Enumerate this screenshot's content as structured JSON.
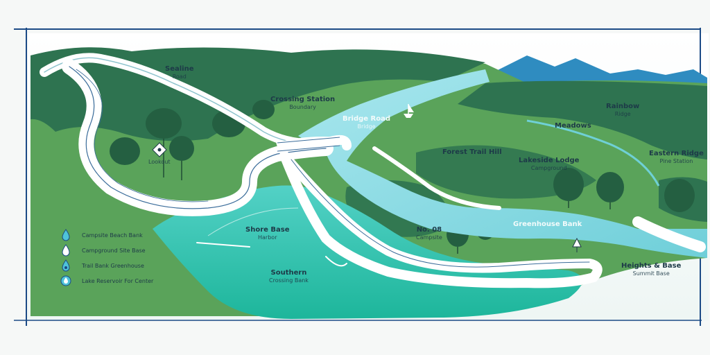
{
  "map": {
    "colors": {
      "meadow": "#5aa35a",
      "forest": "#2e7350",
      "water": "#6fd0d6",
      "lake": "#35bfae",
      "road": "#ffffff",
      "mountain": "#2f8cc0",
      "frame": "#1b4a86"
    },
    "labels": [
      {
        "id": "sealine",
        "title": "Sealine",
        "sub": "Road"
      },
      {
        "id": "crossing",
        "title": "Crossing Station",
        "sub": "Boundary"
      },
      {
        "id": "bridge",
        "title": "Bridge Road",
        "sub": "Bridge"
      },
      {
        "id": "marker",
        "title": "",
        "sub": "Lookout"
      },
      {
        "id": "ridge",
        "title": "Rainbow",
        "sub": "Ridge"
      },
      {
        "id": "meadows",
        "title": "Meadows",
        "sub": ""
      },
      {
        "id": "forest-west",
        "title": "Forest Trail Hill",
        "sub": ""
      },
      {
        "id": "lake-center",
        "title": "Lakeside Lodge",
        "sub": "Campground"
      },
      {
        "id": "east-ridge",
        "title": "Eastern Ridge",
        "sub": "Pine Station"
      },
      {
        "id": "harbor",
        "title": "Shore Base",
        "sub": "Harbor"
      },
      {
        "id": "no-08",
        "title": "No. 08",
        "sub": "Campsite"
      },
      {
        "id": "greenhouse",
        "title": "Greenhouse Bank",
        "sub": ""
      },
      {
        "id": "sunrise",
        "title": "Southern",
        "sub": "Crossing Bank"
      },
      {
        "id": "heights",
        "title": "Heights & Base",
        "sub": "Summit Base"
      }
    ],
    "legend": [
      {
        "icon": "water-drop-icon",
        "text": "Campsite Beach Bank"
      },
      {
        "icon": "water-drop-icon",
        "text": "Campground Site Base"
      },
      {
        "icon": "water-drop-icon",
        "text": "Trail Bank Greenhouse"
      },
      {
        "icon": "water-drop-icon",
        "text": "Lake Reservoir For Center"
      }
    ]
  }
}
